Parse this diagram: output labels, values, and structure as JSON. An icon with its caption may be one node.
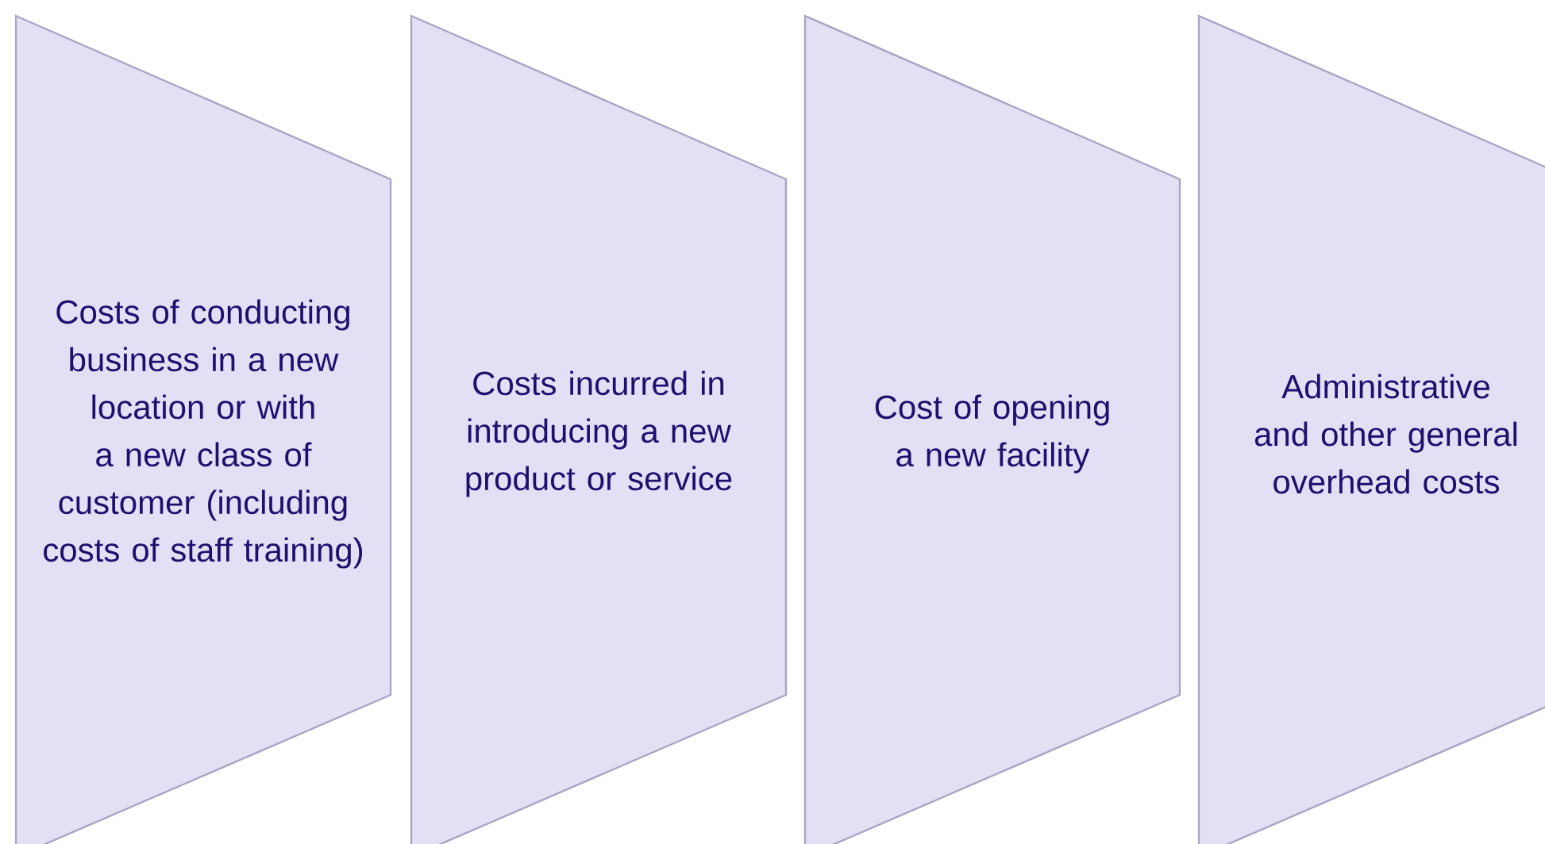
{
  "diagram": {
    "nodes": [
      {
        "text": [
          "Costs of conducting business in a new location or with a new class of customer (including costs of staff training)"
        ]
      },
      {
        "text": [
          "Costs incurred in introducing a new product or service"
        ]
      },
      {
        "text": [
          "Cost of opening a new facility"
        ]
      },
      {
        "text": [
          "Administrative and other general overhead costs"
        ]
      }
    ]
  }
}
